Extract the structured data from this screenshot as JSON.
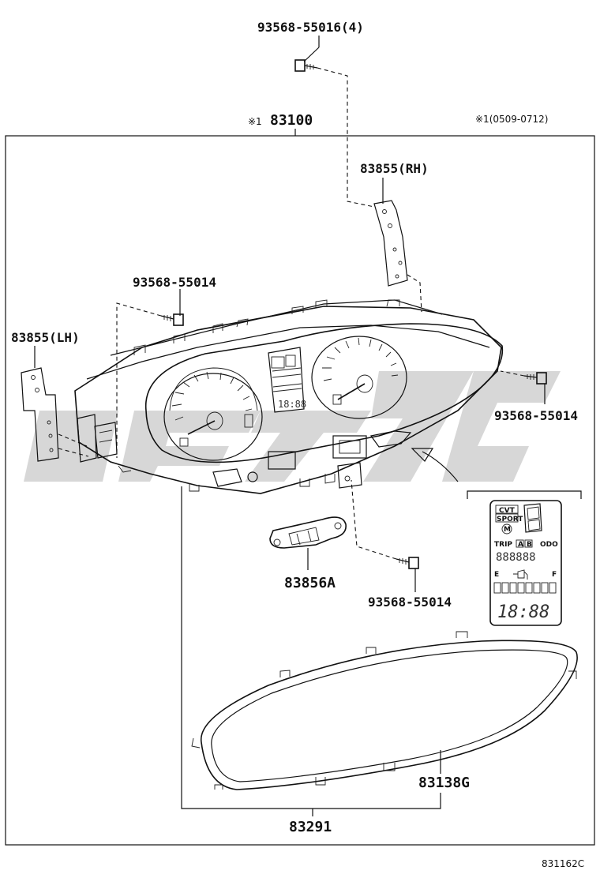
{
  "diagram": {
    "labels": {
      "top_bolt": "93568-55016(4)",
      "main_assembly_mark": "※1",
      "main_assembly": "83100",
      "date_note": "※1(0509-0712)",
      "bracket_rh": "83855(RH)",
      "bracket_lh": "83855(LH)",
      "screw_left": "93568-55014",
      "screw_right": "93568-55014",
      "screw_center": "93568-55014",
      "sub_bracket": "83856A",
      "glass": "83138G",
      "lens_assembly": "83291",
      "drawing_number": "831162C"
    },
    "lcd_panel": {
      "cvt_label": "CVT",
      "sport_label": "SPORT",
      "mode_badge": "M",
      "trip_label": "TRIP",
      "trip_a": "A",
      "trip_b": "B",
      "odo_label": "ODO",
      "odo_digits": "888888",
      "fuel_empty": "E",
      "fuel_full": "F",
      "clock_digits": "18:88"
    },
    "center_display_digits": "18:88",
    "watermark_color": "#c9c9c9",
    "line_color": "#111111"
  }
}
